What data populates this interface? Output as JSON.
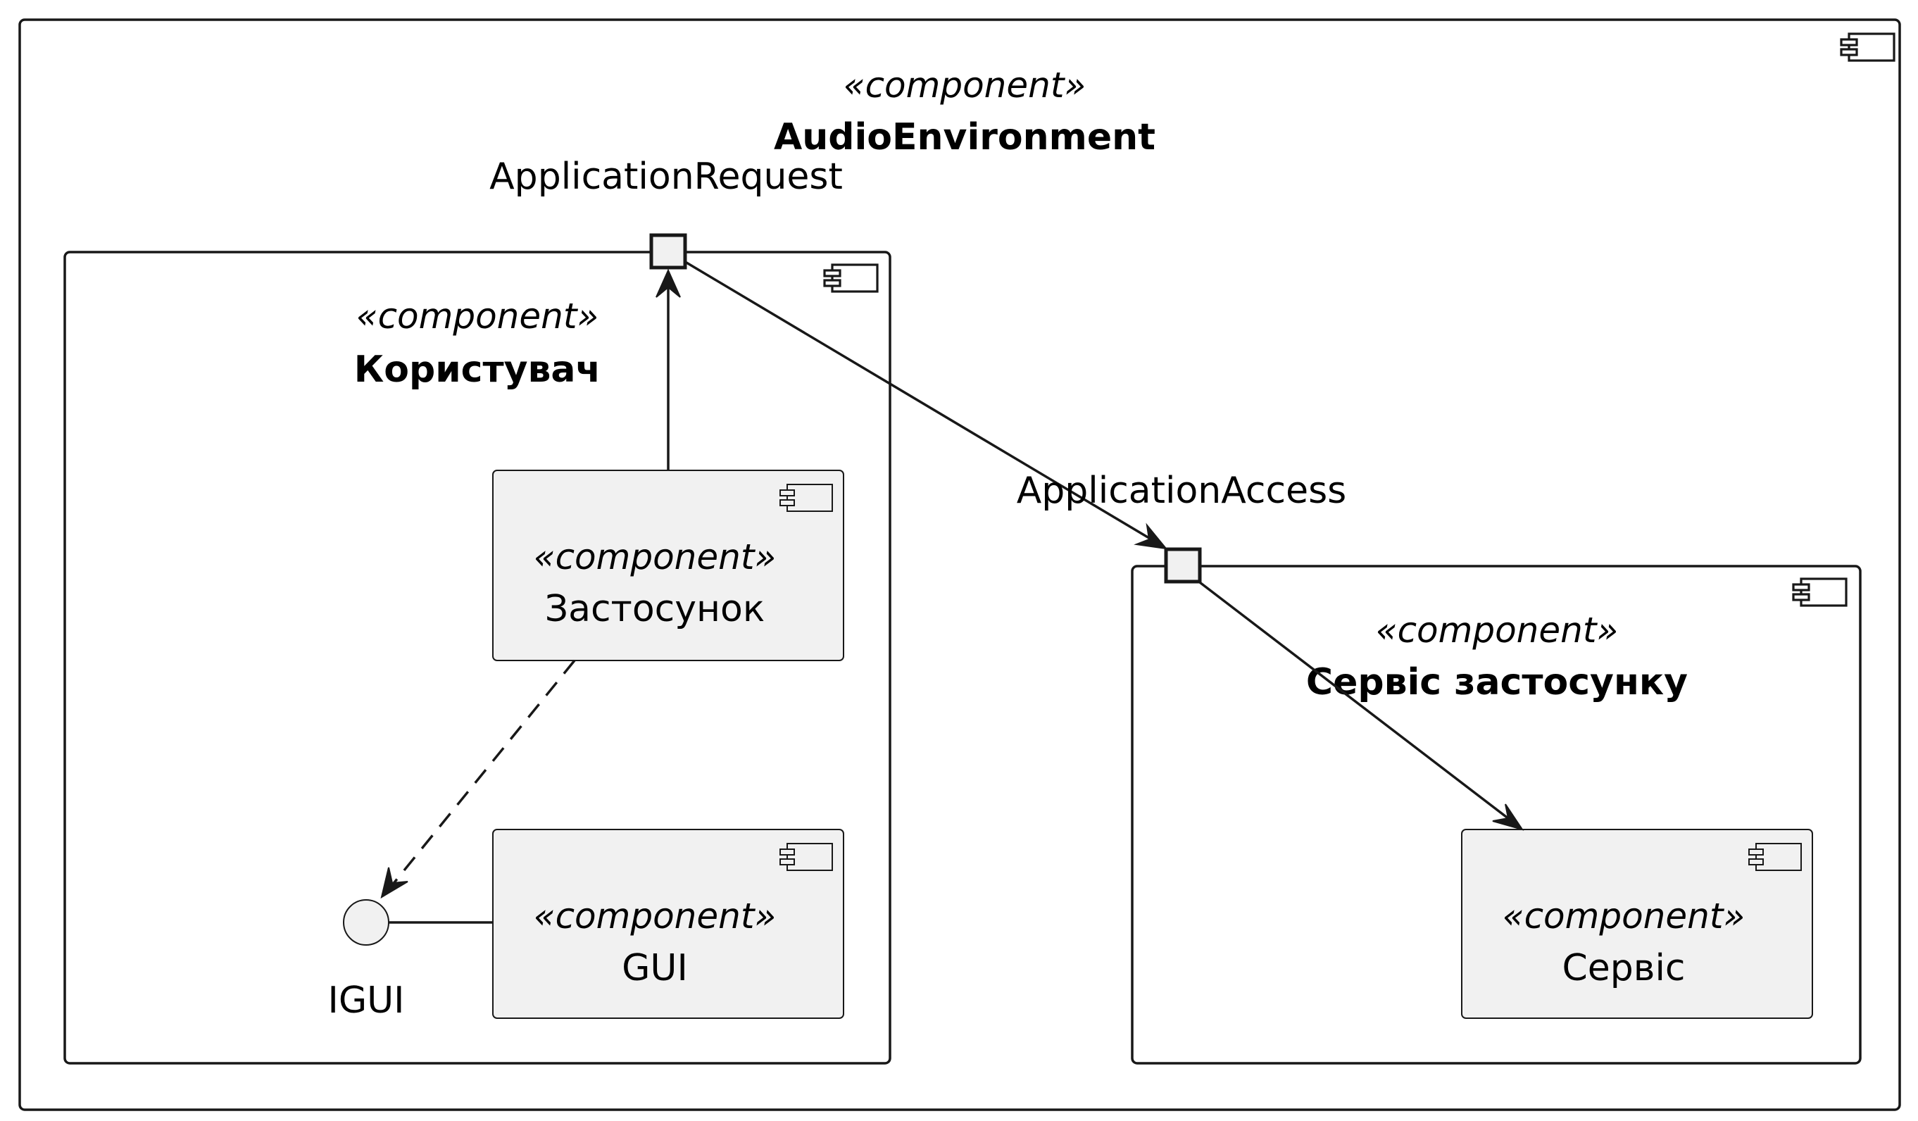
{
  "diagram": {
    "type": "uml-component",
    "components": {
      "audio_environment": {
        "stereotype": "«component»",
        "name": "AudioEnvironment"
      },
      "user": {
        "stereotype": "«component»",
        "name": "Користувач"
      },
      "application": {
        "stereotype": "«component»",
        "name": "Застосунок"
      },
      "gui": {
        "stereotype": "«component»",
        "name": "GUI"
      },
      "app_service": {
        "stereotype": "«component»",
        "name": "Сервіс застосунку"
      },
      "service": {
        "stereotype": "«component»",
        "name": "Сервіс"
      }
    },
    "ports": {
      "application_request": "ApplicationRequest",
      "application_access": "ApplicationAccess"
    },
    "interfaces": {
      "igui": "IGUI"
    },
    "edges": [
      {
        "from": "Застосунок",
        "to": "ApplicationRequest",
        "style": "solid",
        "arrow": "open"
      },
      {
        "from": "ApplicationRequest",
        "to": "ApplicationAccess",
        "style": "solid",
        "arrow": "open"
      },
      {
        "from": "ApplicationAccess",
        "to": "Сервіс",
        "style": "solid",
        "arrow": "open"
      },
      {
        "from": "Застосунок",
        "to": "IGUI",
        "style": "dashed",
        "arrow": "open"
      },
      {
        "from": "GUI",
        "to": "IGUI",
        "style": "solid",
        "arrow": "none"
      }
    ]
  }
}
